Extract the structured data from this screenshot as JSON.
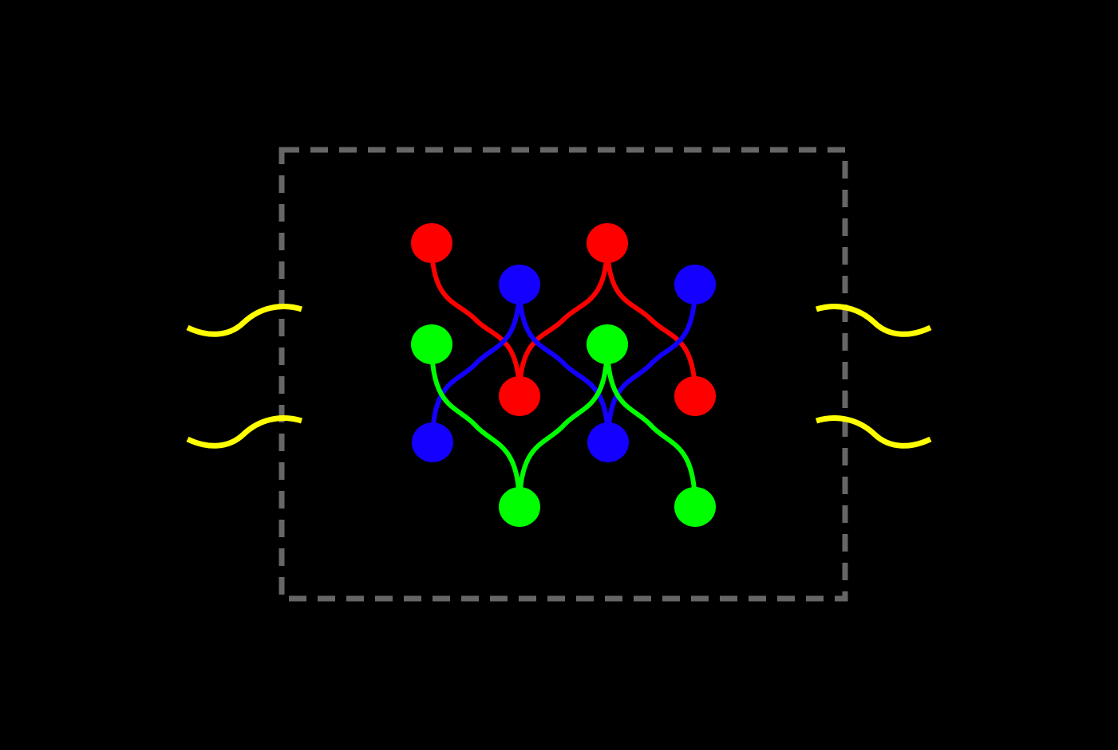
{
  "diagram": {
    "background": "#000000",
    "frame_color": "#666666",
    "colors": {
      "red": "#ff0000",
      "blue": "#1400ff",
      "green": "#00ff00",
      "yellow": "#ffff00"
    },
    "groups": [
      "red",
      "blue",
      "green"
    ],
    "nodes_per_group": 4,
    "links_per_group": 3,
    "wave_connectors": 4
  }
}
